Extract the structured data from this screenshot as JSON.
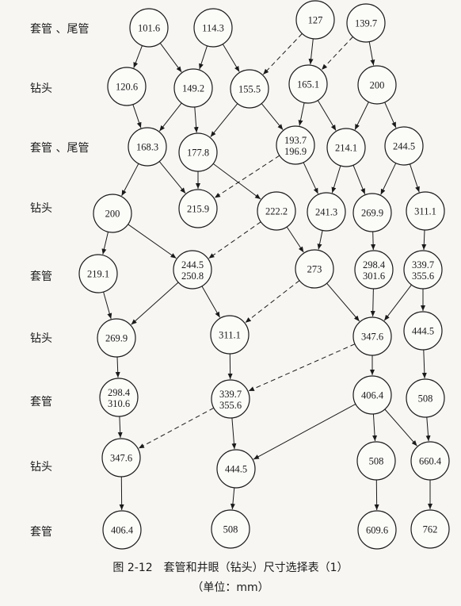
{
  "row_labels": [
    "套管 、尾管",
    "钻头",
    "套管 、尾管",
    "钻头",
    "套管",
    "钻头",
    "套管",
    "钻头",
    "套管"
  ],
  "nodes": [
    {
      "id": "c101_6",
      "lines": [
        "101.6"
      ]
    },
    {
      "id": "c114_3",
      "lines": [
        "114.3"
      ]
    },
    {
      "id": "c127",
      "lines": [
        "127"
      ]
    },
    {
      "id": "c139_7",
      "lines": [
        "139.7"
      ]
    },
    {
      "id": "b120_6",
      "lines": [
        "120.6"
      ]
    },
    {
      "id": "b149_2",
      "lines": [
        "149.2"
      ]
    },
    {
      "id": "b155_5",
      "lines": [
        "155.5"
      ]
    },
    {
      "id": "b165_1",
      "lines": [
        "165.1"
      ]
    },
    {
      "id": "b200a",
      "lines": [
        "200"
      ]
    },
    {
      "id": "c168_3",
      "lines": [
        "168.3"
      ]
    },
    {
      "id": "c177_8",
      "lines": [
        "177.8"
      ]
    },
    {
      "id": "c193_7",
      "lines": [
        "193.7",
        "196.9"
      ]
    },
    {
      "id": "c214_1",
      "lines": [
        "214.1"
      ]
    },
    {
      "id": "c244_5a",
      "lines": [
        "244.5"
      ]
    },
    {
      "id": "b200b",
      "lines": [
        "200"
      ]
    },
    {
      "id": "b215_9",
      "lines": [
        "215.9"
      ]
    },
    {
      "id": "b222_2",
      "lines": [
        "222.2"
      ]
    },
    {
      "id": "b241_3",
      "lines": [
        "241.3"
      ]
    },
    {
      "id": "b269_9a",
      "lines": [
        "269.9"
      ]
    },
    {
      "id": "b311_1a",
      "lines": [
        "311.1"
      ]
    },
    {
      "id": "c219_1",
      "lines": [
        "219.1"
      ]
    },
    {
      "id": "c244_5b",
      "lines": [
        "244.5",
        "250.8"
      ]
    },
    {
      "id": "c273",
      "lines": [
        "273"
      ]
    },
    {
      "id": "c298_4a",
      "lines": [
        "298.4",
        "301.6"
      ]
    },
    {
      "id": "c339_7a",
      "lines": [
        "339.7",
        "355.6"
      ]
    },
    {
      "id": "b269_9b",
      "lines": [
        "269.9"
      ]
    },
    {
      "id": "b311_1b",
      "lines": [
        "311.1"
      ]
    },
    {
      "id": "b347_6a",
      "lines": [
        "347.6"
      ]
    },
    {
      "id": "b444_5a",
      "lines": [
        "444.5"
      ]
    },
    {
      "id": "c298_4b",
      "lines": [
        "298.4",
        "310.6"
      ]
    },
    {
      "id": "c339_7b",
      "lines": [
        "339.7",
        "355.6"
      ]
    },
    {
      "id": "c406_4a",
      "lines": [
        "406.4"
      ]
    },
    {
      "id": "c508a",
      "lines": [
        "508"
      ]
    },
    {
      "id": "b347_6b",
      "lines": [
        "347.6"
      ]
    },
    {
      "id": "b444_5b",
      "lines": [
        "444.5"
      ]
    },
    {
      "id": "b508",
      "lines": [
        "508"
      ]
    },
    {
      "id": "b660_4",
      "lines": [
        "660.4"
      ]
    },
    {
      "id": "c406_4b",
      "lines": [
        "406.4"
      ]
    },
    {
      "id": "c508b",
      "lines": [
        "508"
      ]
    },
    {
      "id": "c609_6",
      "lines": [
        "609.6"
      ]
    },
    {
      "id": "c762",
      "lines": [
        "762"
      ]
    }
  ],
  "edges": [
    [
      "c101_6",
      "b120_6",
      "solid"
    ],
    [
      "c101_6",
      "b149_2",
      "solid"
    ],
    [
      "c114_3",
      "b149_2",
      "solid"
    ],
    [
      "c114_3",
      "b155_5",
      "solid"
    ],
    [
      "c127",
      "b155_5",
      "dashed"
    ],
    [
      "c127",
      "b165_1",
      "solid"
    ],
    [
      "c139_7",
      "b165_1",
      "dashed"
    ],
    [
      "c139_7",
      "b200a",
      "solid"
    ],
    [
      "b120_6",
      "c168_3",
      "solid"
    ],
    [
      "b149_2",
      "c168_3",
      "solid"
    ],
    [
      "b149_2",
      "c177_8",
      "solid"
    ],
    [
      "b155_5",
      "c177_8",
      "solid"
    ],
    [
      "b155_5",
      "c193_7",
      "solid"
    ],
    [
      "b165_1",
      "c193_7",
      "solid"
    ],
    [
      "b165_1",
      "c214_1",
      "solid"
    ],
    [
      "b200a",
      "c214_1",
      "solid"
    ],
    [
      "b200a",
      "c244_5a",
      "solid"
    ],
    [
      "c168_3",
      "b200b",
      "solid"
    ],
    [
      "c168_3",
      "b215_9",
      "solid"
    ],
    [
      "c177_8",
      "b215_9",
      "solid"
    ],
    [
      "c177_8",
      "b222_2",
      "solid"
    ],
    [
      "c193_7",
      "b215_9",
      "dashed"
    ],
    [
      "c193_7",
      "b241_3",
      "solid"
    ],
    [
      "c214_1",
      "b241_3",
      "solid"
    ],
    [
      "c214_1",
      "b269_9a",
      "solid"
    ],
    [
      "c244_5a",
      "b269_9a",
      "solid"
    ],
    [
      "c244_5a",
      "b311_1a",
      "solid"
    ],
    [
      "b200b",
      "c219_1",
      "solid"
    ],
    [
      "b200b",
      "c244_5b",
      "solid"
    ],
    [
      "b222_2",
      "c244_5b",
      "dashed"
    ],
    [
      "b222_2",
      "c273",
      "solid"
    ],
    [
      "b241_3",
      "c273",
      "solid"
    ],
    [
      "b269_9a",
      "c298_4a",
      "solid"
    ],
    [
      "b311_1a",
      "c339_7a",
      "solid"
    ],
    [
      "c219_1",
      "b269_9b",
      "solid"
    ],
    [
      "c244_5b",
      "b269_9b",
      "solid"
    ],
    [
      "c244_5b",
      "b311_1b",
      "solid"
    ],
    [
      "c273",
      "b311_1b",
      "dashed"
    ],
    [
      "c273",
      "b347_6a",
      "solid"
    ],
    [
      "c298_4a",
      "b347_6a",
      "solid"
    ],
    [
      "c339_7a",
      "b347_6a",
      "solid"
    ],
    [
      "c339_7a",
      "b444_5a",
      "solid"
    ],
    [
      "b269_9b",
      "c298_4b",
      "solid"
    ],
    [
      "b311_1b",
      "c339_7b",
      "solid"
    ],
    [
      "b347_6a",
      "c339_7b",
      "dashed"
    ],
    [
      "b347_6a",
      "c406_4a",
      "solid"
    ],
    [
      "b444_5a",
      "c508a",
      "solid"
    ],
    [
      "c298_4b",
      "b347_6b",
      "solid"
    ],
    [
      "c339_7b",
      "b347_6b",
      "dashed"
    ],
    [
      "c339_7b",
      "b444_5b",
      "solid"
    ],
    [
      "c406_4a",
      "b444_5b",
      "solid"
    ],
    [
      "c406_4a",
      "b508",
      "solid"
    ],
    [
      "c406_4a",
      "b660_4",
      "solid"
    ],
    [
      "c508a",
      "b660_4",
      "solid"
    ],
    [
      "b347_6b",
      "c406_4b",
      "solid"
    ],
    [
      "b444_5b",
      "c508b",
      "solid"
    ],
    [
      "b508",
      "c609_6",
      "solid"
    ],
    [
      "b660_4",
      "c762",
      "solid"
    ]
  ],
  "caption": {
    "title": "图 2-12　套管和井眼（钻头）尺寸选择表（1）",
    "unit": "（单位：mm）"
  }
}
